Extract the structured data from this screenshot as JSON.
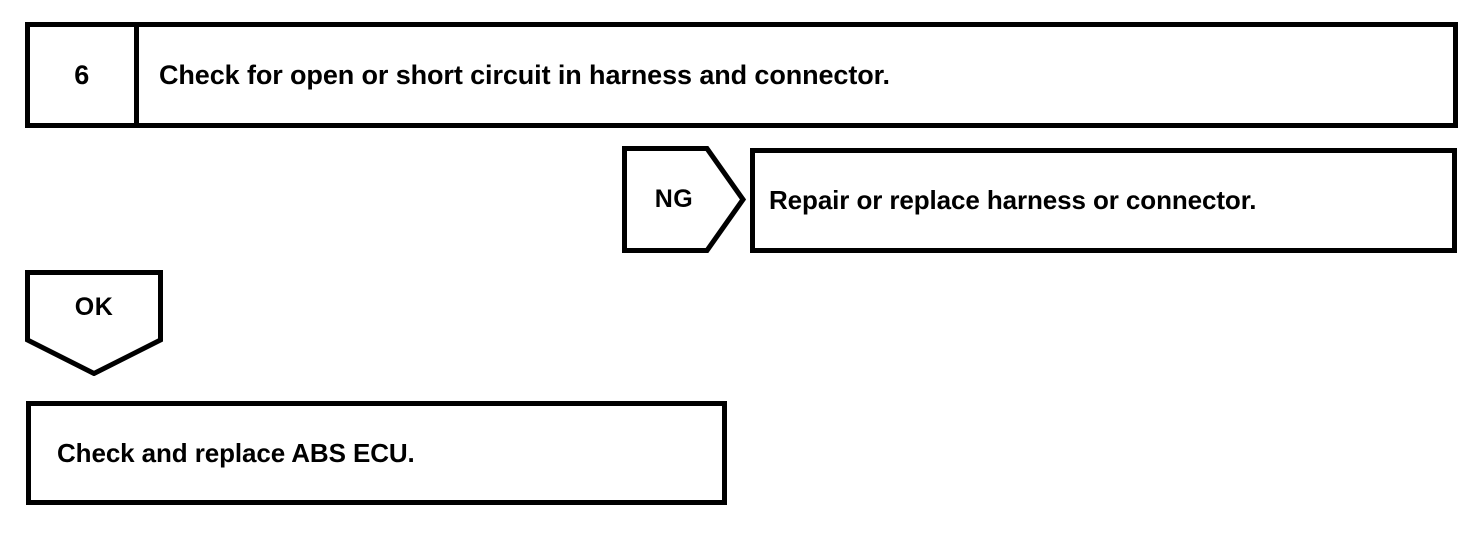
{
  "diagram": {
    "type": "troubleshooting-flowchart",
    "stroke_color": "#000000",
    "background_color": "#ffffff",
    "step": {
      "number": "6",
      "instruction": "Check for open or short circuit in harness and connector."
    },
    "branches": [
      {
        "marker": "NG",
        "marker_shape": "pentagon-arrow-right",
        "result": "Repair or replace harness or connector."
      },
      {
        "marker": "OK",
        "marker_shape": "pentagon-arrow-down",
        "result": "Check and replace ABS ECU."
      }
    ],
    "ng_label": "NG",
    "ok_label": "OK",
    "ng_action": "Repair or replace harness or connector.",
    "ok_action": "Check and replace ABS ECU."
  }
}
